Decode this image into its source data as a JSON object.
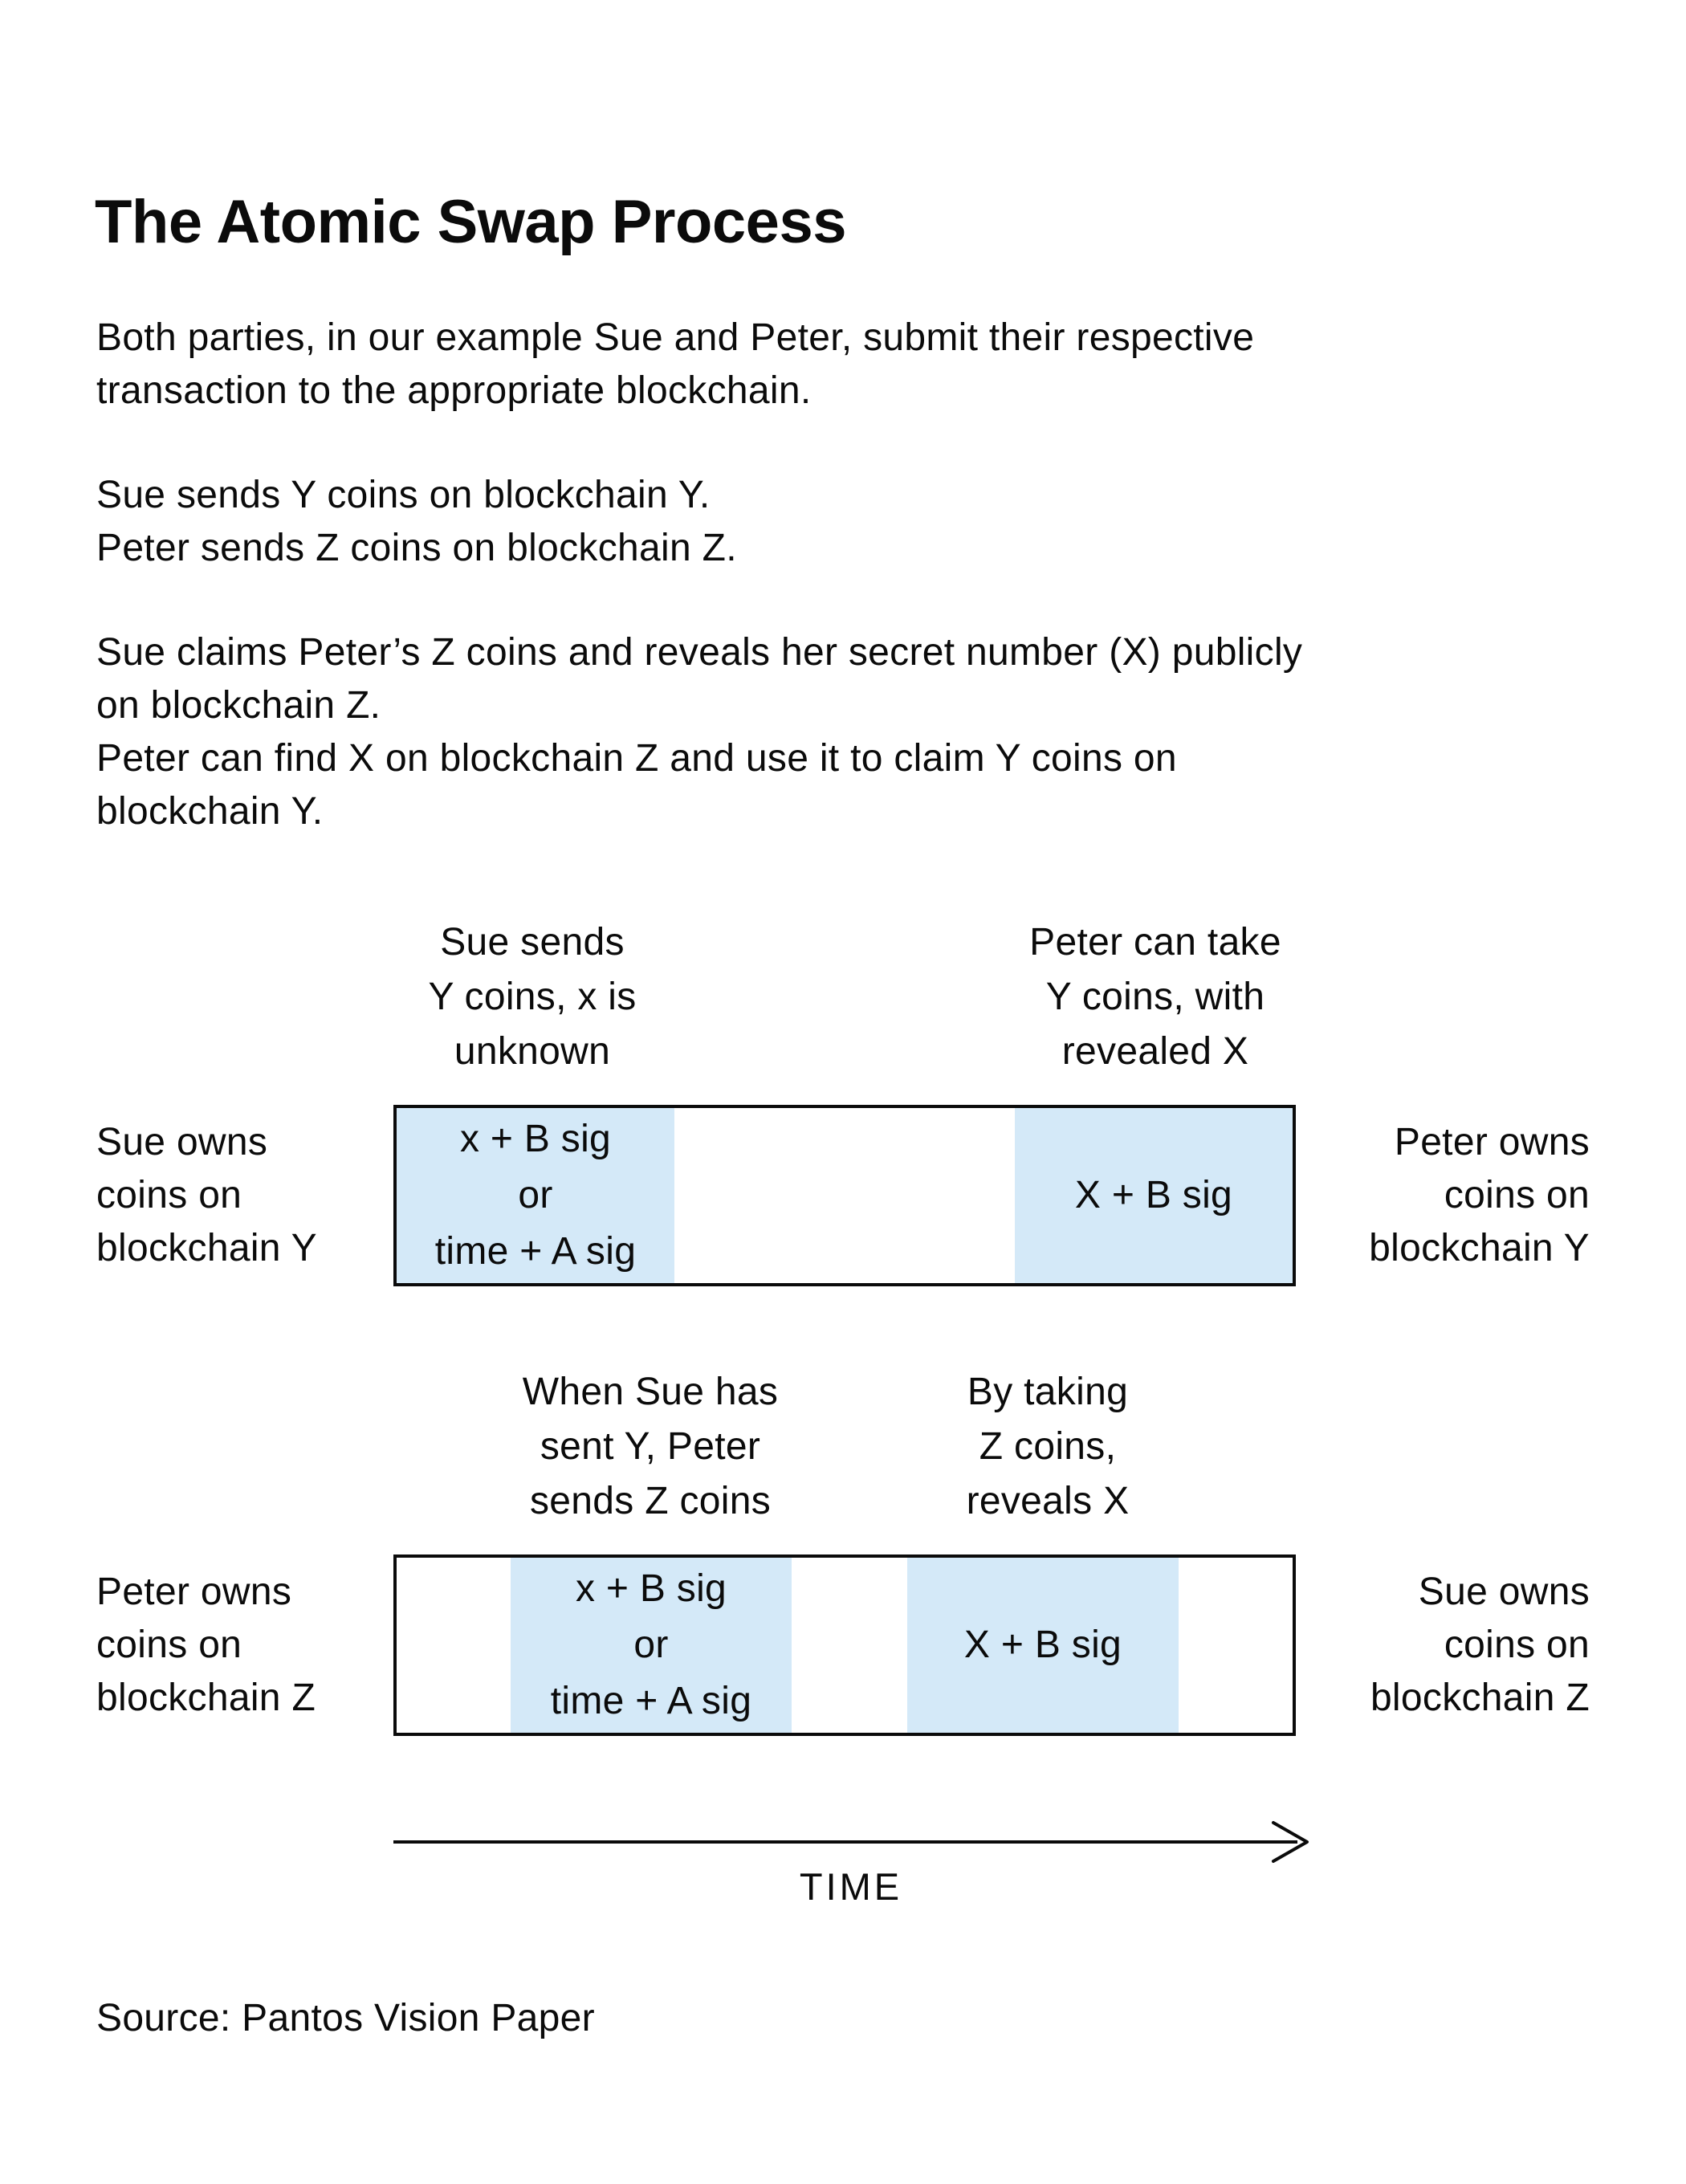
{
  "page": {
    "title": "The Atomic Swap Process",
    "intro": {
      "p1": "Both parties, in our example Sue and Peter, submit their respective\ntransaction to the appropriate blockchain.",
      "p2": "Sue sends Y coins on blockchain Y.\nPeter sends Z coins on blockchain Z.",
      "p3": "Sue claims Peter’s Z coins and reveals her secret number (X) publicly\non blockchain Z.\nPeter can find X on blockchain Z and use it to claim Y coins on\nblockchain Y."
    },
    "source_note": "Source: Pantos Vision Paper"
  },
  "diagram": {
    "colors": {
      "highlight_fill": "#d4e9f8",
      "box_border": "#0b0b0b",
      "text": "#0b0b0b"
    },
    "time_axis": {
      "label": "TIME"
    },
    "row_y": {
      "annotation_left": "Sue sends\nY coins, x is\nunknown",
      "annotation_right": "Peter can take\nY coins, with\nrevealed X",
      "left_label": "Sue owns\ncoins on\nblockchain Y",
      "right_label": "Peter owns\ncoins on\nblockchain Y",
      "cell_or": "x + B sig\nor\ntime + A sig",
      "cell_claim": "X + B sig"
    },
    "row_z": {
      "annotation_left": "When Sue has\nsent Y, Peter\nsends Z coins",
      "annotation_right": "By taking\nZ coins,\nreveals X",
      "left_label": "Peter owns\ncoins on\nblockchain Z",
      "right_label": "Sue owns\ncoins on\nblockchain Z",
      "cell_or": "x + B sig\nor\ntime + A sig",
      "cell_claim": "X + B sig"
    }
  }
}
